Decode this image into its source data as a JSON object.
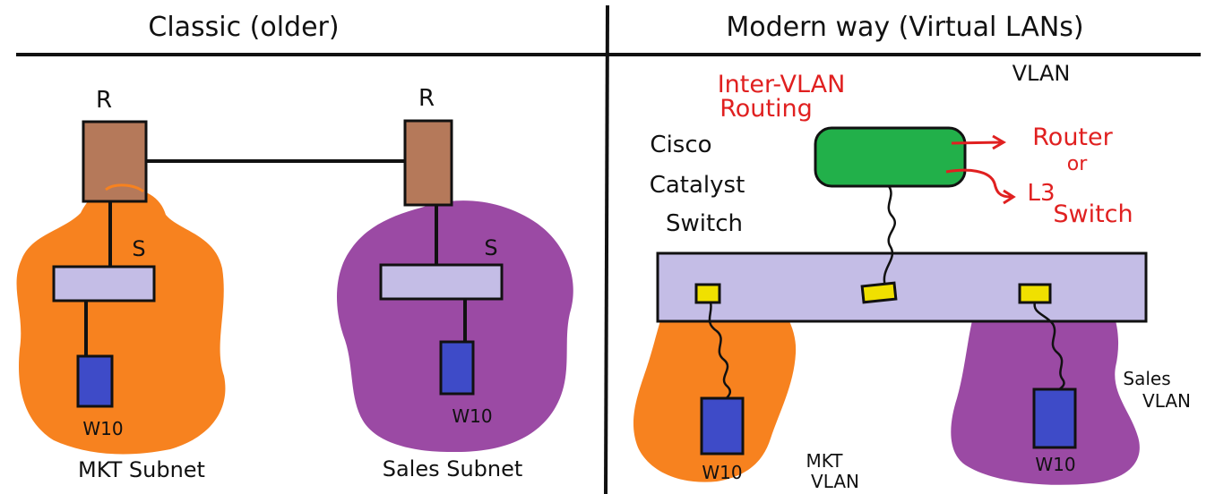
{
  "left": {
    "title": "Classic (older)",
    "router_labels": [
      "R",
      "R"
    ],
    "switch_labels": [
      "S",
      "S"
    ],
    "pc_labels": [
      "W10",
      "W10"
    ],
    "subnet_labels": [
      "MKT Subnet",
      "Sales Subnet"
    ]
  },
  "right": {
    "title": "Modern way (Virtual LANs)",
    "vlan_label": "VLAN",
    "inter_vlan_line1": "Inter-VLAN",
    "inter_vlan_line2": "Routing",
    "device_line1": "Cisco",
    "device_line2": "Catalyst",
    "device_line3": "Switch",
    "router_option": "Router",
    "or_text": "or",
    "l3_text": "L3",
    "switch_text": "Switch",
    "pc_labels": [
      "W10",
      "W10"
    ],
    "mkt_vlan_line1": "MKT",
    "mkt_vlan_line2": "VLAN",
    "sales_vlan_line1": "Sales",
    "sales_vlan_line2": "VLAN"
  },
  "colors": {
    "router": "#b5795a",
    "switch": "#c4bde6",
    "pc": "#3e4bc8",
    "mkt_blob": "#f7821f",
    "sales_blob": "#9b4aa4",
    "l3_device": "#22b04a",
    "port": "#f0e000",
    "annotation": "#e02020"
  }
}
